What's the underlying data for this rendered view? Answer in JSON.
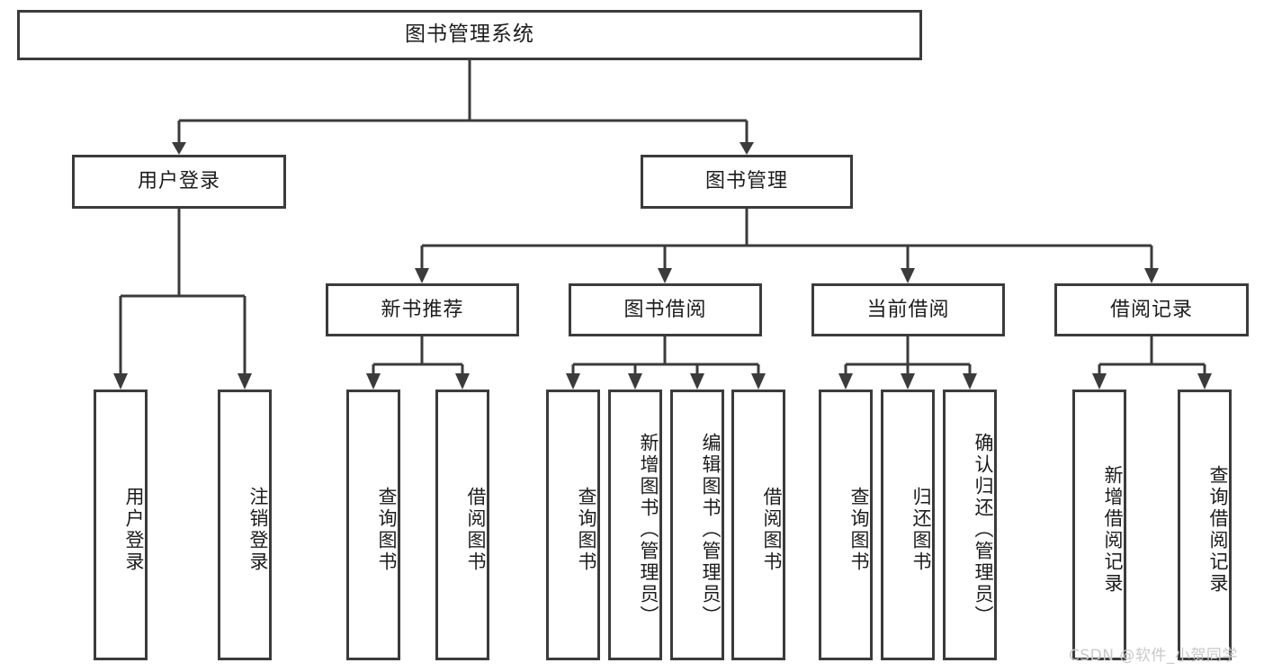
{
  "diagram": {
    "title": "图书管理系统",
    "type": "tree",
    "colors": {
      "box_border": "#3b3b3b",
      "box_fill": "#ffffff",
      "connector": "#3b3b3b",
      "text": "#1c1c1c",
      "watermark": "#c9c9c9"
    },
    "root": {
      "label": "图书管理系统"
    },
    "level2": [
      {
        "id": "user-login",
        "label": "用户登录"
      },
      {
        "id": "book-management",
        "label": "图书管理"
      }
    ],
    "level3": [
      {
        "id": "new-book-recommend",
        "label": "新书推荐"
      },
      {
        "id": "book-borrow",
        "label": "图书借阅"
      },
      {
        "id": "current-borrow",
        "label": "当前借阅"
      },
      {
        "id": "borrow-record",
        "label": "借阅记录"
      }
    ],
    "leaves": {
      "user_login": [
        {
          "id": "leaf-user-login",
          "label": "用户登录"
        },
        {
          "id": "leaf-logout-login",
          "label": "注销登录"
        }
      ],
      "new_book_recommend": [
        {
          "id": "leaf-query-book-1",
          "label": "查询图书"
        },
        {
          "id": "leaf-borrow-book-1",
          "label": "借阅图书"
        }
      ],
      "book_borrow": [
        {
          "id": "leaf-query-book-2",
          "label": "查询图书"
        },
        {
          "id": "leaf-add-book",
          "label": "新增图书（管理员）"
        },
        {
          "id": "leaf-edit-book",
          "label": "编辑图书（管理员）"
        },
        {
          "id": "leaf-borrow-book-2",
          "label": "借阅图书"
        }
      ],
      "current_borrow": [
        {
          "id": "leaf-query-book-3",
          "label": "查询图书"
        },
        {
          "id": "leaf-return-book",
          "label": "归还图书"
        },
        {
          "id": "leaf-confirm-return",
          "label": "确认归还（管理员）"
        }
      ],
      "borrow_record": [
        {
          "id": "leaf-add-borrow-record",
          "label": "新增借阅记录"
        },
        {
          "id": "leaf-query-borrow-record",
          "label": "查询借阅记录"
        }
      ]
    }
  },
  "watermark": {
    "text": "CSDN @软件_小贺同学"
  }
}
